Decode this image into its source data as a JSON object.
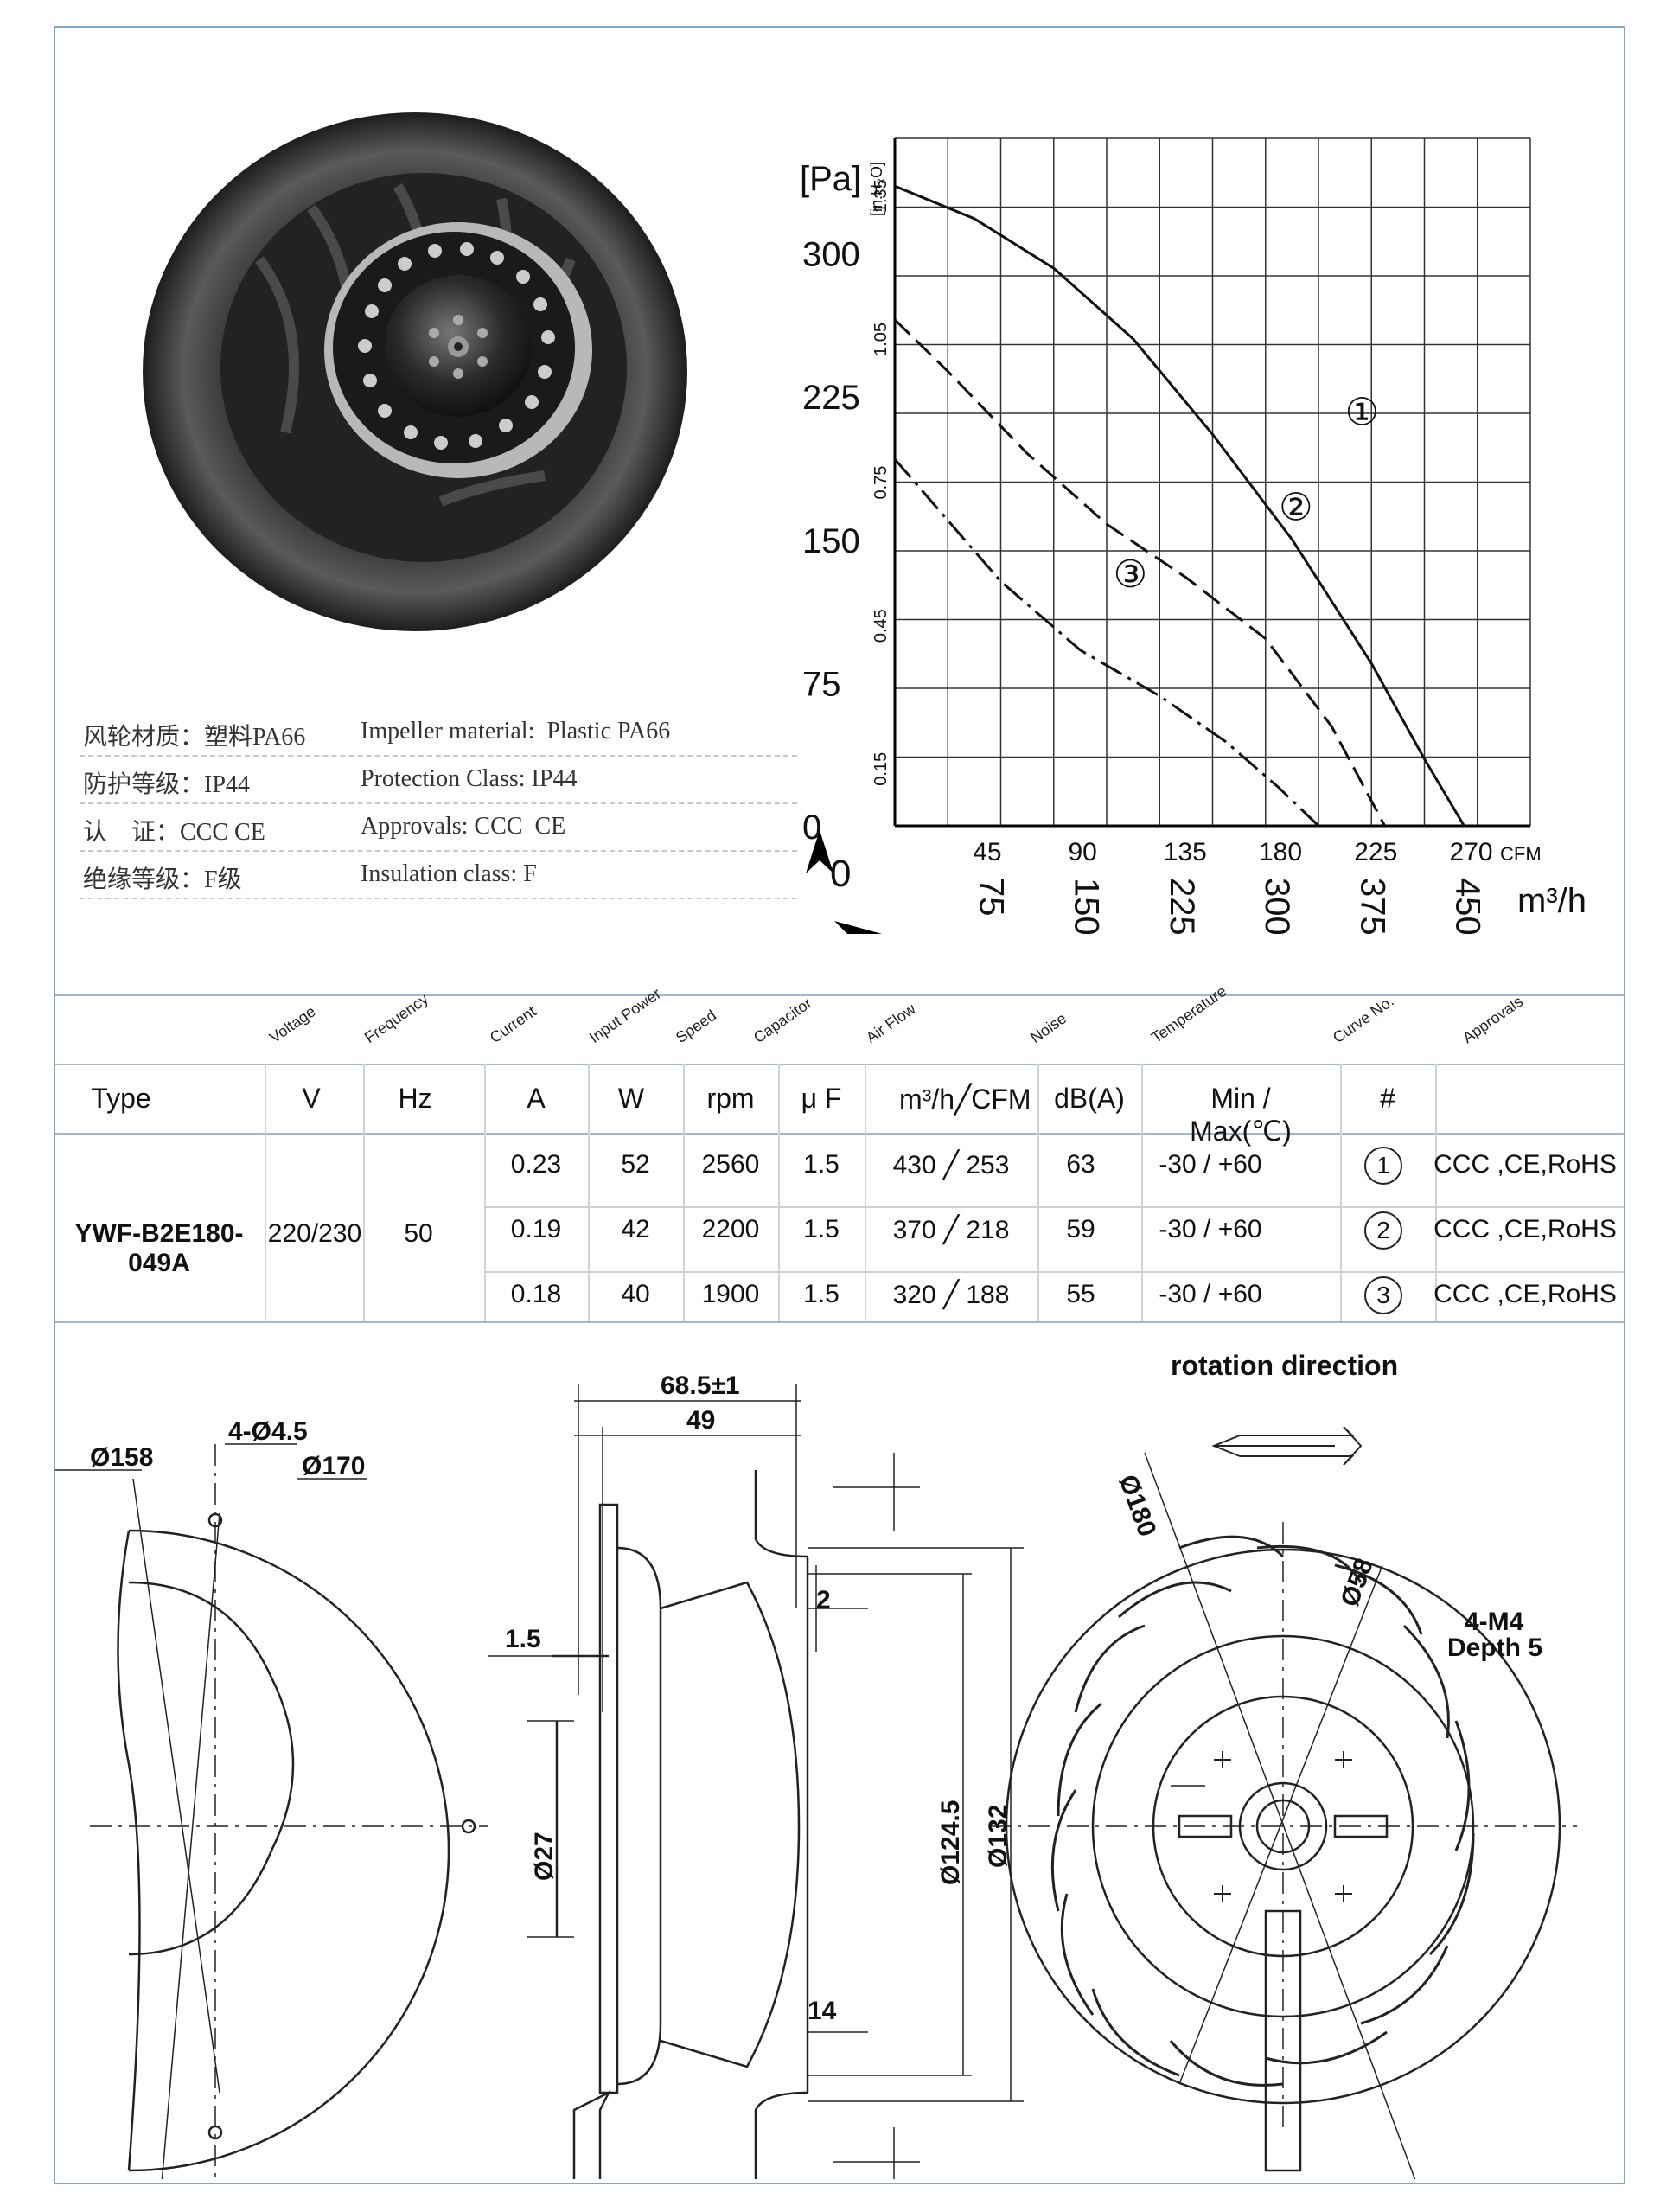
{
  "specs": [
    {
      "cn": "风轮材质：塑料PA66",
      "en": "Impeller material:  Plastic PA66"
    },
    {
      "cn": "防护等级：IP44",
      "en": "Protection Class: IP44"
    },
    {
      "cn": "认    证：CCC CE",
      "en": "Approvals: CCC  CE"
    },
    {
      "cn": "绝缘等级：F级",
      "en": "Insulation class: F"
    }
  ],
  "chart_data": {
    "type": "line",
    "ylabel": "[Pa]",
    "ylabel2": "[in.H₂O]",
    "yticks": [
      "300",
      "225",
      "150",
      "75",
      "0"
    ],
    "yticks2": [
      "1.35",
      "1.05",
      "0.75",
      "0.45",
      "0.15"
    ],
    "xticks_cfm": [
      "45",
      "90",
      "135",
      "180",
      "225",
      "270"
    ],
    "xunit_cfm": "CFM",
    "xticks_m3h": [
      "75",
      "150",
      "225",
      "300",
      "375",
      "450"
    ],
    "xunit_m3h": "m³/h",
    "xlim": [
      0,
      480
    ],
    "ylim": [
      0,
      360
    ],
    "curve_labels": [
      "①",
      "②",
      "③"
    ],
    "series": [
      {
        "name": "①",
        "style": "solid",
        "x": [
          0,
          60,
          120,
          180,
          240,
          300,
          360,
          400,
          430
        ],
        "y": [
          335,
          318,
          292,
          255,
          205,
          150,
          85,
          35,
          0
        ]
      },
      {
        "name": "②",
        "style": "dashed",
        "x": [
          0,
          40,
          100,
          160,
          220,
          280,
          330,
          370
        ],
        "y": [
          265,
          238,
          195,
          158,
          130,
          98,
          52,
          0
        ]
      },
      {
        "name": "③",
        "style": "dashdot",
        "x": [
          0,
          30,
          80,
          140,
          200,
          250,
          290,
          320
        ],
        "y": [
          192,
          168,
          128,
          92,
          68,
          44,
          20,
          0
        ]
      }
    ]
  },
  "table": {
    "angled_headers": [
      "Voltage",
      "Frequency",
      "Current",
      "Input Power",
      "Speed",
      "Capacitor",
      "Air Flow",
      "Noise",
      "Temperature",
      "Curve No.",
      "Approvals"
    ],
    "units": [
      "Type",
      "V",
      "Hz",
      "A",
      "W",
      "rpm",
      "μ F",
      "m³/h╱CFM",
      "dB(A)",
      "Min / Max(℃)",
      "#"
    ],
    "model": "YWF-B2E180-049A",
    "voltage": "220/230",
    "frequency": "50",
    "rows": [
      {
        "current": "0.23",
        "power": "52",
        "speed": "2560",
        "cap": "1.5",
        "airflow": "430",
        "cfm": "253",
        "noise": "63",
        "temp": "-30 / +60",
        "curve": "1",
        "approvals": "CCC ,CE,RoHS"
      },
      {
        "current": "0.19",
        "power": "42",
        "speed": "2200",
        "cap": "1.5",
        "airflow": "370",
        "cfm": "218",
        "noise": "59",
        "temp": "-30 / +60",
        "curve": "2",
        "approvals": "CCC ,CE,RoHS"
      },
      {
        "current": "0.18",
        "power": "40",
        "speed": "1900",
        "cap": "1.5",
        "airflow": "320",
        "cfm": "188",
        "noise": "55",
        "temp": "-30 / +60",
        "curve": "3",
        "approvals": "CCC ,CE,RoHS"
      }
    ]
  },
  "drawings": {
    "left": {
      "d1": "Ø158",
      "d2": "4-Ø4.5",
      "d3": "Ø170"
    },
    "mid": {
      "w1": "68.5±1",
      "w2": "49",
      "t1": "1.5",
      "t2": "2",
      "d27": "Ø27",
      "d124": "Ø124.5",
      "d132": "Ø132",
      "t14": "14"
    },
    "right": {
      "title": "rotation direction",
      "d180": "Ø180",
      "d58": "Ø58",
      "m4": "4-M4",
      "depth": "Depth 5"
    }
  }
}
